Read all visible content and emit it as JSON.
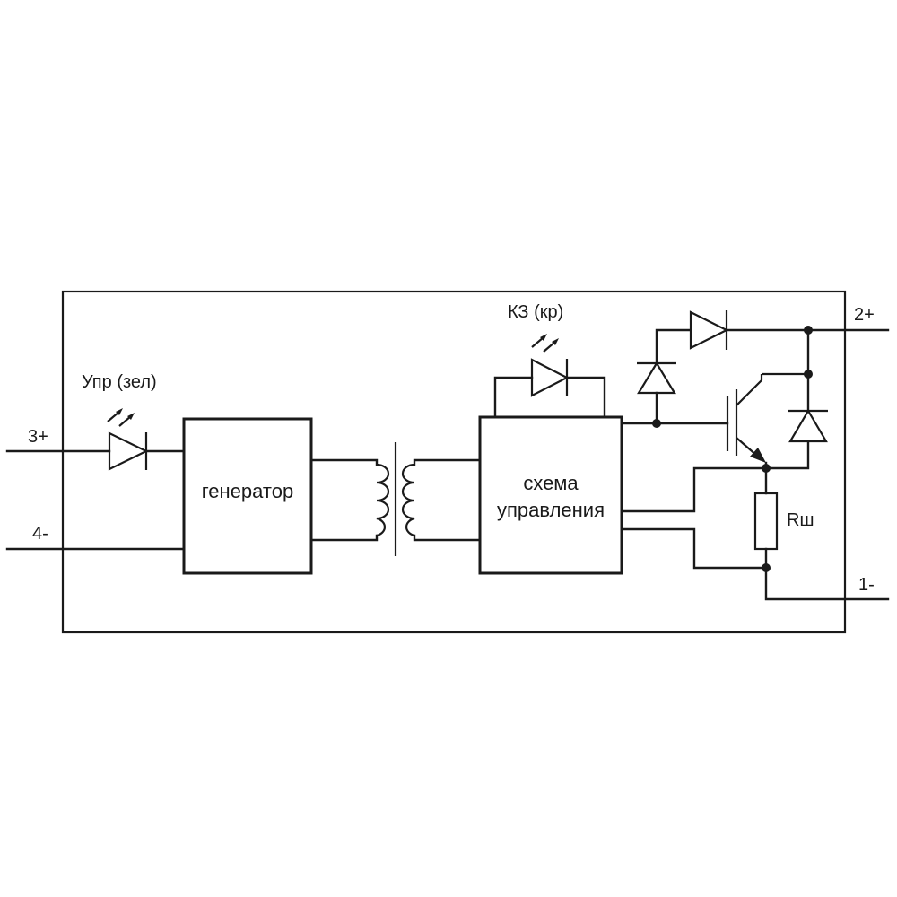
{
  "diagram": {
    "blocks": {
      "generator": "генератор",
      "control_line1": "схема",
      "control_line2": "управления"
    },
    "leds": {
      "control_led_label": "Упр (зел)",
      "short_circuit_led_label": "КЗ (кр)"
    },
    "terminals": {
      "t3": "3+",
      "t4": "4-",
      "t2": "2+",
      "t1": "1-"
    },
    "resistor_label": "Rш",
    "colors": {
      "line": "#1a1a1a",
      "background": "#ffffff"
    }
  }
}
